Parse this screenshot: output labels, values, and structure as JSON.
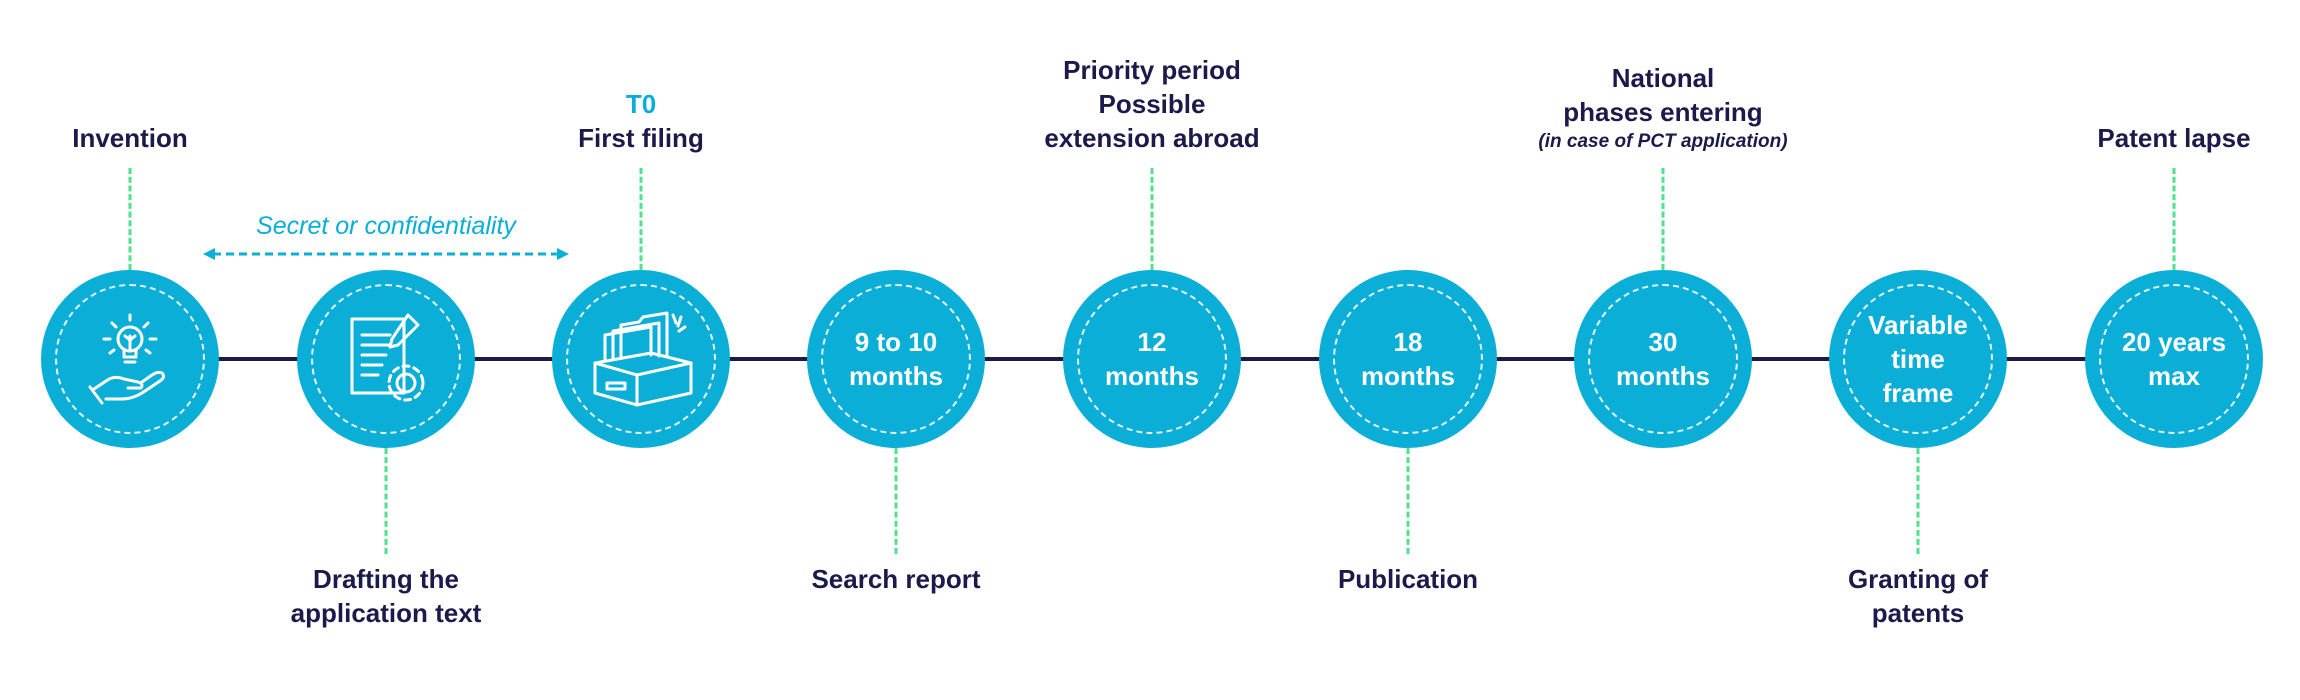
{
  "colors": {
    "accent": "#0aaed6",
    "navy": "#1b1a4a",
    "connector": "#4fe28d"
  },
  "secret_note": "Secret or confidentiality",
  "steps": [
    {
      "node_icon": "lightbulb-hand-icon",
      "label_lines": [
        "Invention"
      ]
    },
    {
      "node_icon": "document-gear-icon",
      "label_lines": [
        "Drafting the",
        "application text"
      ]
    },
    {
      "node_icon": "filing-box-icon",
      "tag": "T0",
      "label_lines": [
        "First filing"
      ]
    },
    {
      "node_text": "9 to 10\nmonths",
      "label_lines": [
        "Search report"
      ]
    },
    {
      "node_text": "12\nmonths",
      "label_lines": [
        "Priority period",
        "Possible",
        "extension abroad"
      ]
    },
    {
      "node_text": "18\nmonths",
      "label_lines": [
        "Publication"
      ]
    },
    {
      "node_text": "30\nmonths",
      "label_lines": [
        "National",
        "phases entering"
      ],
      "note": "(in case of PCT application)"
    },
    {
      "node_text": "Variable\ntime\nframe",
      "label_lines": [
        "Granting of",
        "patents"
      ]
    },
    {
      "node_text": "20 years\nmax",
      "label_lines": [
        "Patent lapse"
      ]
    }
  ]
}
